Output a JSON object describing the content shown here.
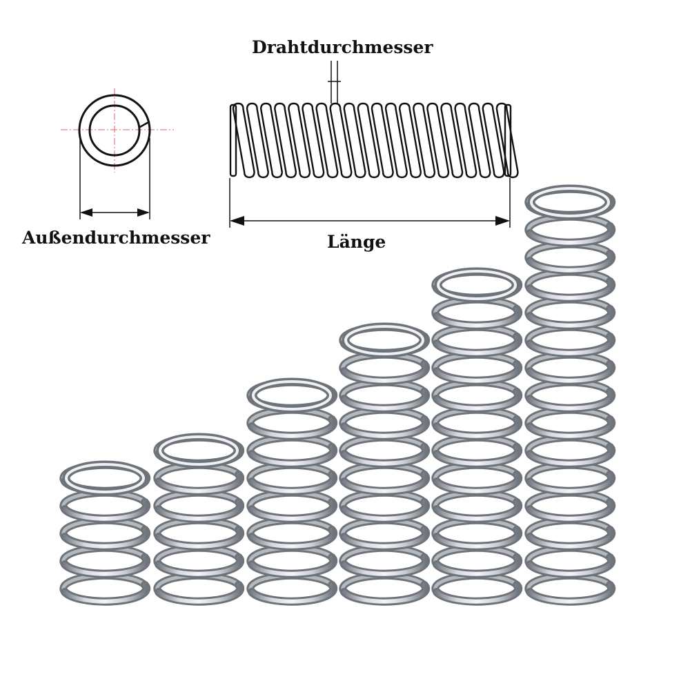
{
  "labels": {
    "wire_diameter": "Drahtdurchmesser",
    "outer_diameter": "Außendurchmesser",
    "length": "Länge"
  },
  "colors": {
    "line": "#111111",
    "centerline": "#e06060",
    "spring_dark": "#6e737a",
    "spring_light": "#eef0f2",
    "spring_mid": "#b4b9bf"
  },
  "springs": [
    {
      "coils": 4
    },
    {
      "coils": 5
    },
    {
      "coils": 7
    },
    {
      "coils": 9
    },
    {
      "coils": 11
    },
    {
      "coils": 14
    }
  ],
  "diagram_coils": 20
}
